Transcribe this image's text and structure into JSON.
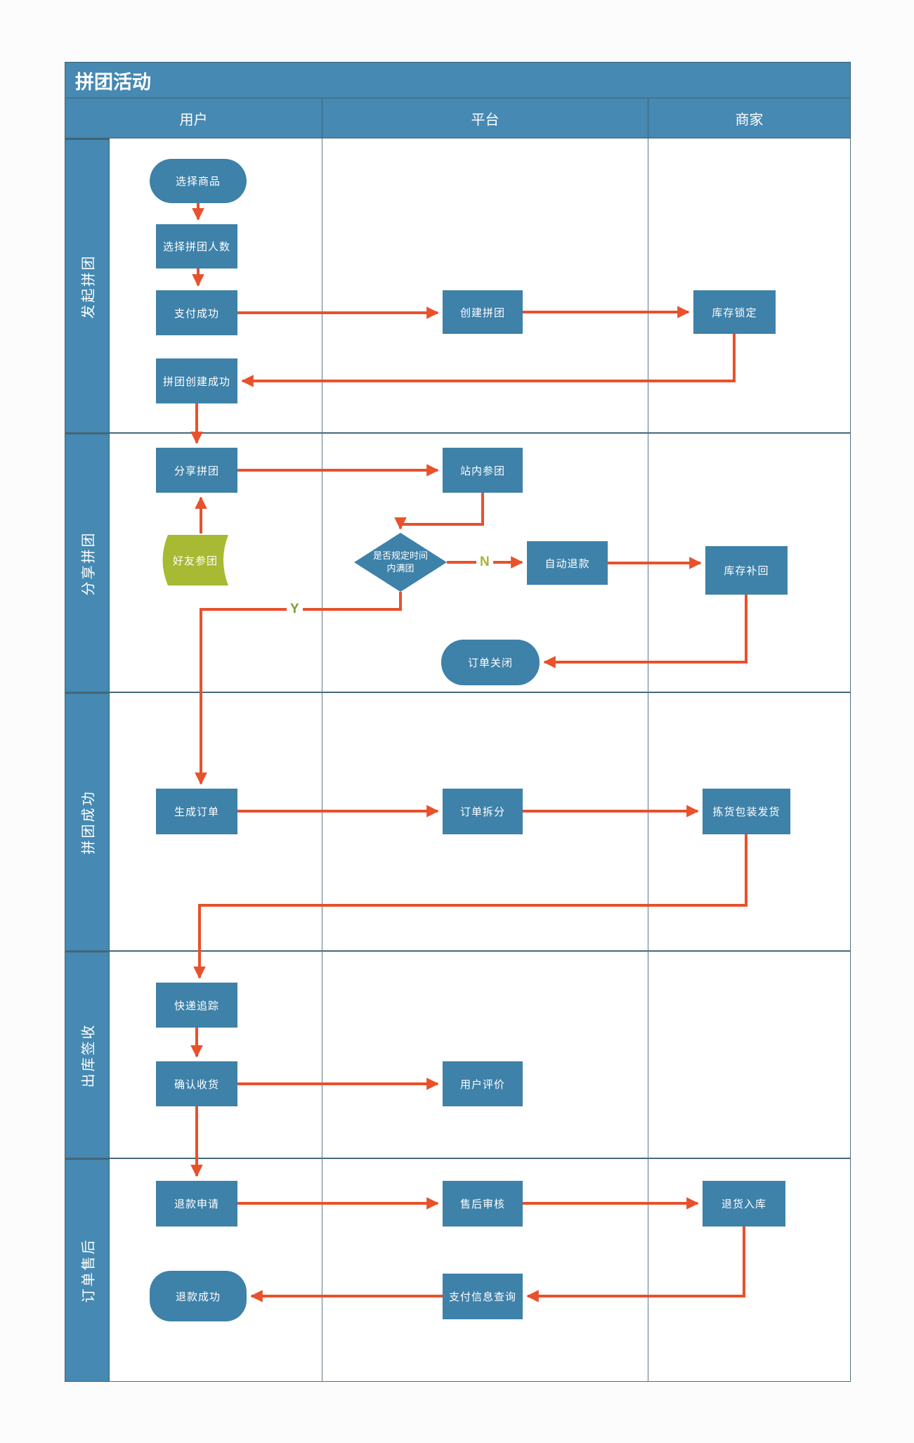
{
  "title": "拼团活动",
  "columns": [
    "用户",
    "平台",
    "商家"
  ],
  "lanes": [
    "发起拼团",
    "分享拼团",
    "拼团成功",
    "出库签收",
    "订单售后"
  ],
  "nodes": {
    "select_product": {
      "label": "选择商品",
      "shape": "stadium"
    },
    "select_count": {
      "label": "选择拼团人数",
      "shape": "rect"
    },
    "pay_success": {
      "label": "支付成功",
      "shape": "rect"
    },
    "create_group": {
      "label": "创建拼团",
      "shape": "rect"
    },
    "stock_lock": {
      "label": "库存锁定",
      "shape": "rect"
    },
    "group_created": {
      "label": "拼团创建成功",
      "shape": "rect"
    },
    "share_group": {
      "label": "分享拼团",
      "shape": "rect"
    },
    "join_onsite": {
      "label": "站内参团",
      "shape": "rect"
    },
    "friend_join": {
      "label": "好友参团",
      "shape": "curved-tape"
    },
    "decision_full": {
      "label": "是否规定时间内满团",
      "shape": "diamond"
    },
    "auto_refund": {
      "label": "自动退款",
      "shape": "rect"
    },
    "stock_restore": {
      "label": "库存补回",
      "shape": "rect"
    },
    "order_closed": {
      "label": "订单关闭",
      "shape": "stadium"
    },
    "gen_order": {
      "label": "生成订单",
      "shape": "rect"
    },
    "order_split": {
      "label": "订单拆分",
      "shape": "rect"
    },
    "pick_pack_ship": {
      "label": "拣货包装发货",
      "shape": "rect"
    },
    "express_track": {
      "label": "快递追踪",
      "shape": "rect"
    },
    "confirm_receipt": {
      "label": "确认收货",
      "shape": "rect"
    },
    "user_review": {
      "label": "用户评价",
      "shape": "rect"
    },
    "refund_apply": {
      "label": "退款申请",
      "shape": "rect"
    },
    "aftersale_review": {
      "label": "售后审核",
      "shape": "rect"
    },
    "return_stock": {
      "label": "退货入库",
      "shape": "rect"
    },
    "payment_info_query": {
      "label": "支付信息查询",
      "shape": "rect"
    },
    "refund_success": {
      "label": "退款成功",
      "shape": "stadium"
    }
  },
  "edge_labels": {
    "yes": "Y",
    "no": "N"
  },
  "colors": {
    "header_blue": "#4689b2",
    "node_blue": "#3e81a9",
    "arrow_orange": "#e8512b",
    "shape_green": "#a8ba33",
    "label_yes": "#7d9d3a",
    "label_no": "#a9b238"
  }
}
